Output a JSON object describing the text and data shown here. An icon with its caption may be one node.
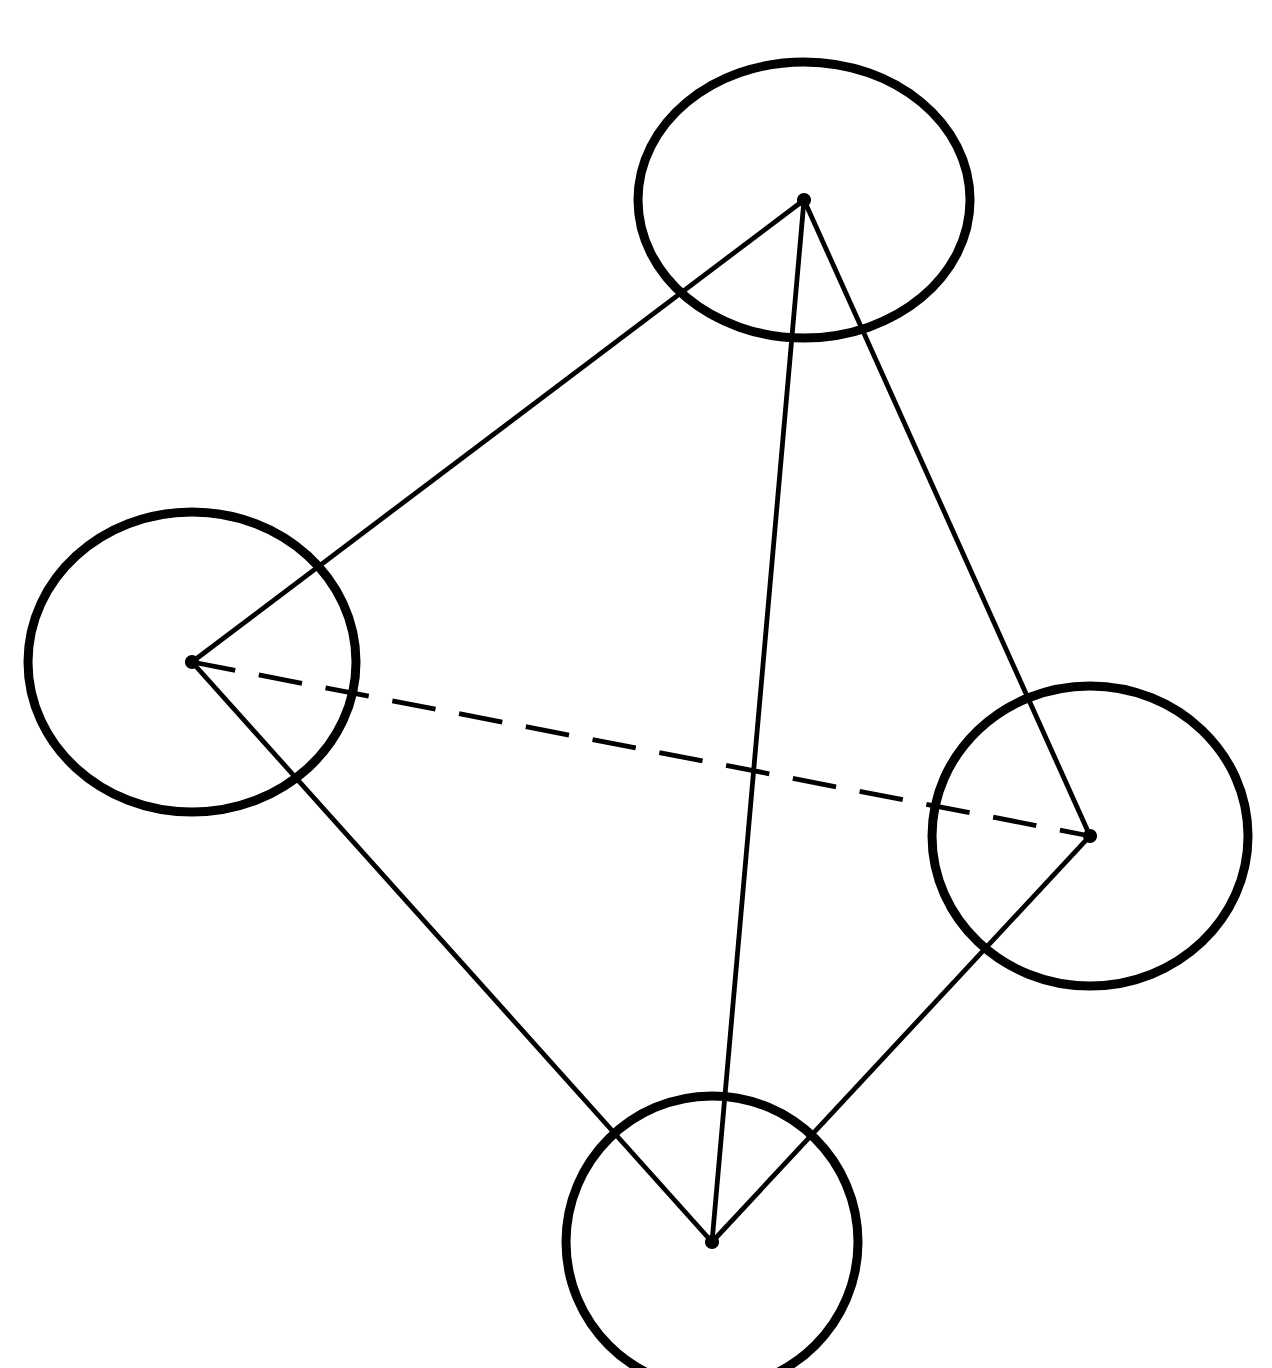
{
  "diagram": {
    "nodes": [
      {
        "text": [],
        "shape": "circle"
      },
      {
        "text": [],
        "shape": "circle"
      },
      {
        "text": [],
        "shape": "circle"
      },
      {
        "text": [],
        "shape": "circle"
      }
    ],
    "edges": [
      {
        "from": 0,
        "to": 1,
        "arrow": "none"
      },
      {
        "from": 0,
        "to": 3,
        "arrow": "none"
      },
      {
        "from": 0,
        "to": 2,
        "arrow": "none"
      },
      {
        "from": 1,
        "to": 2,
        "arrow": "none",
        "style": "dashed"
      },
      {
        "from": 1,
        "to": 3,
        "arrow": "none"
      },
      {
        "from": 3,
        "to": 2,
        "arrow": "none"
      }
    ]
  }
}
